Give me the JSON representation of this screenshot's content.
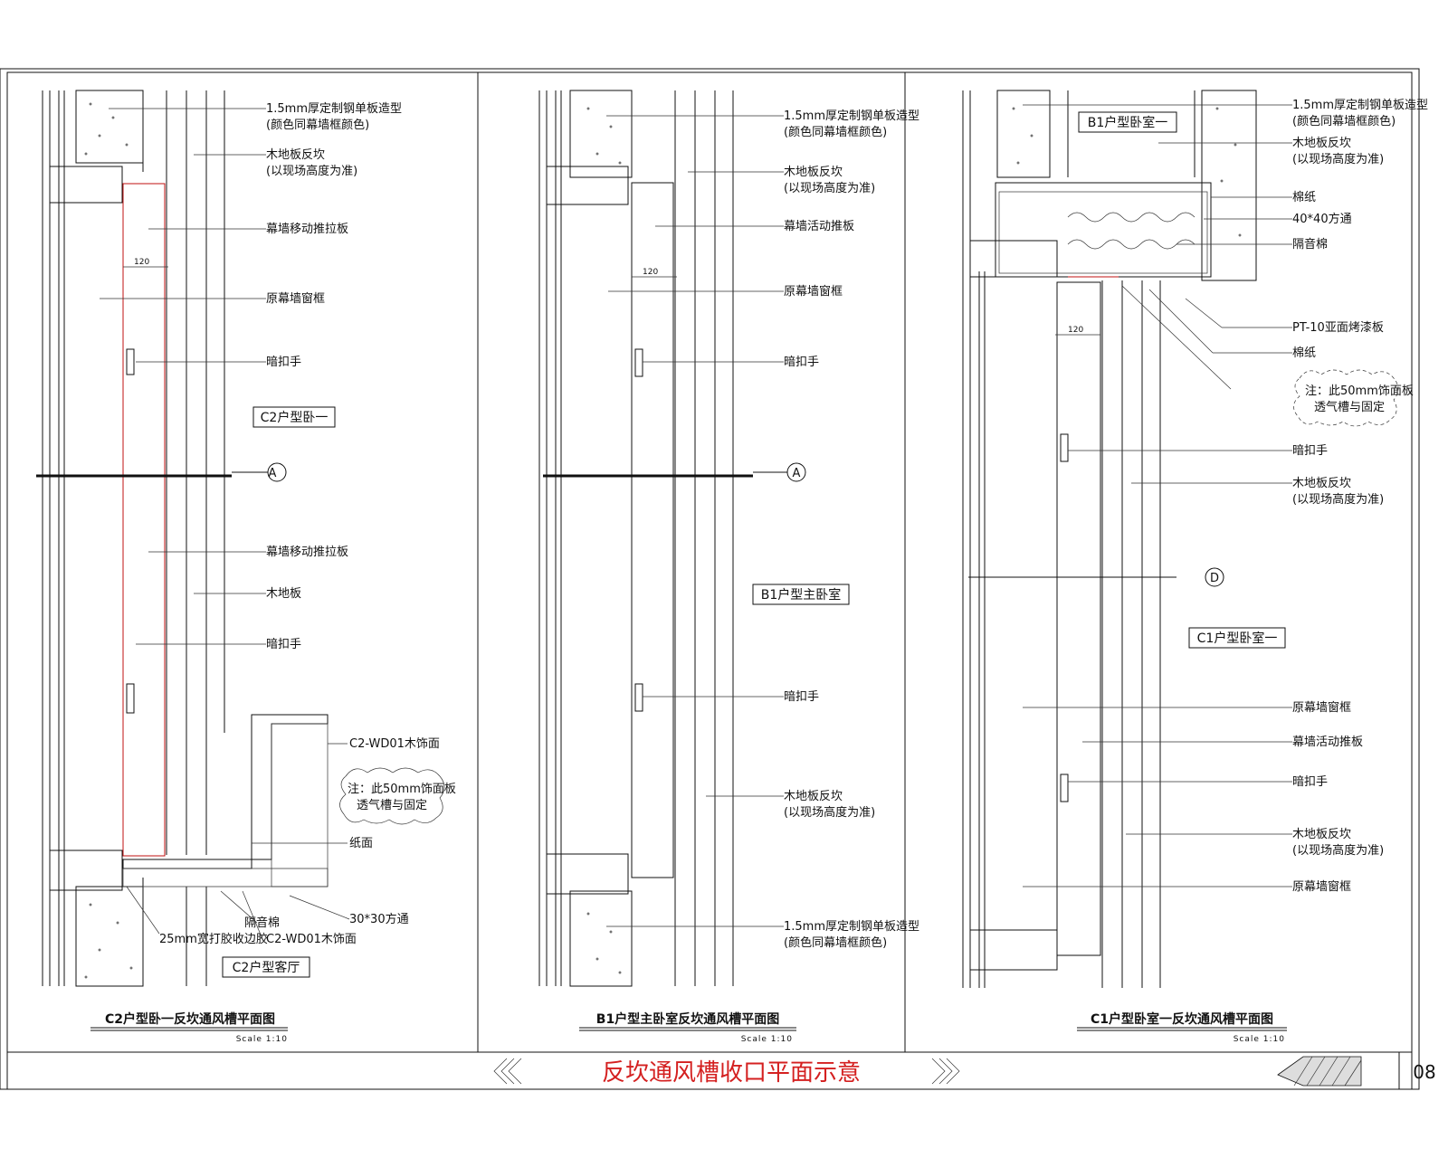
{
  "sheet": {
    "main_title": "反坎通风槽收口平面示意",
    "page_number": "08",
    "colors": {
      "title": "#d42020",
      "line": "#111111",
      "red_line": "#c01010"
    }
  },
  "panels": [
    {
      "title": "C2户型卧一反坎通风槽平面图",
      "scale": "Scale 1:10",
      "rooms": [
        "C2户型卧一",
        "C2户型客厅"
      ],
      "section_mark": "A",
      "dimension": "120",
      "labels": [
        "1.5mm厚定制钢单板造型",
        "(颜色同幕墙框颜色)",
        "木地板反坎",
        "(以现场高度为准)",
        "幕墙移动推拉板",
        "原幕墙窗框",
        "暗扣手",
        "幕墙移动推拉板",
        "木地板",
        "暗扣手",
        "C2-WD01木饰面",
        "注：此50mm饰面板",
        "透气槽与固定",
        "纸面",
        "30*30方通",
        "隔音棉",
        "C2-WD01木饰面",
        "25mm宽打胶收边胶"
      ]
    },
    {
      "title": "B1户型主卧室反坎通风槽平面图",
      "scale": "Scale 1:10",
      "rooms": [
        "B1户型主卧室"
      ],
      "section_mark": "A",
      "dimension": "120",
      "labels": [
        "1.5mm厚定制钢单板造型",
        "(颜色同幕墙框颜色)",
        "木地板反坎",
        "(以现场高度为准)",
        "幕墙活动推板",
        "原幕墙窗框",
        "暗扣手",
        "暗扣手",
        "木地板反坎",
        "(以现场高度为准)",
        "1.5mm厚定制钢单板造型",
        "(颜色同幕墙框颜色)"
      ]
    },
    {
      "title": "C1户型卧室一反坎通风槽平面图",
      "scale": "Scale 1:10",
      "rooms": [
        "B1户型卧室一",
        "C1户型卧室一"
      ],
      "section_mark": "D",
      "dimension": "120",
      "labels": [
        "1.5mm厚定制钢单板造型",
        "(颜色同幕墙框颜色)",
        "木地板反坎",
        "(以现场高度为准)",
        "棉纸",
        "40*40方通",
        "隔音棉",
        "PT-10亚面烤漆板",
        "棉纸",
        "注：此50mm饰面板",
        "透气槽与固定",
        "暗扣手",
        "木地板反坎",
        "(以现场高度为准)",
        "原幕墙窗框",
        "幕墙活动推板",
        "暗扣手",
        "木地板反坎",
        "(以现场高度为准)",
        "原幕墙窗框"
      ]
    }
  ]
}
